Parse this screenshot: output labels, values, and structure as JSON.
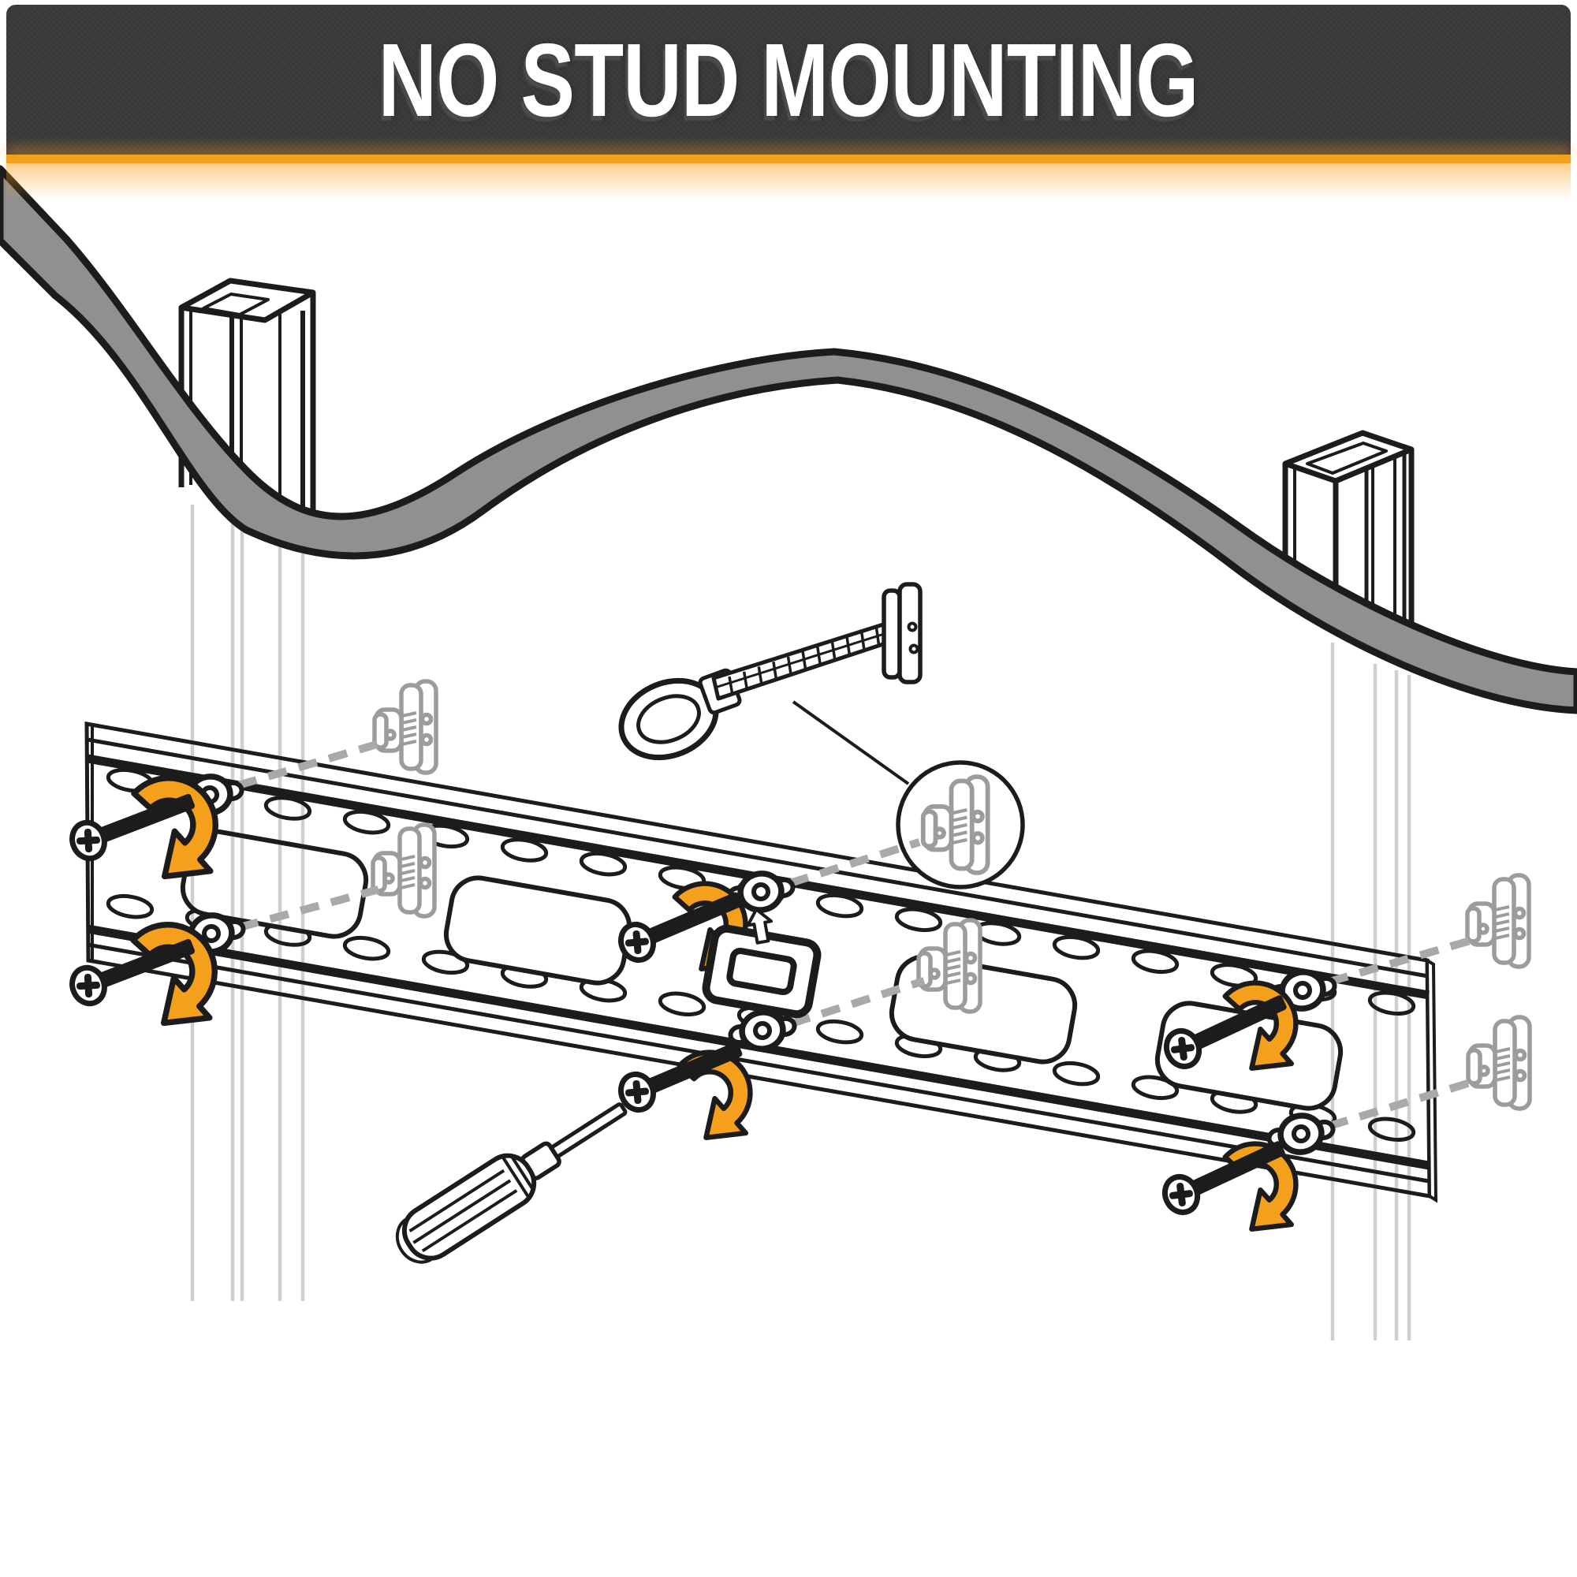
{
  "header": {
    "title": "NO STUD MOUNTING"
  },
  "colors": {
    "header_bg": "#3a3a3c",
    "title_text": "#ffffff",
    "accent_orange": "#f5a01d",
    "outline_black": "#1c1c1c",
    "drywall_gray": "#909090",
    "hidden_line_gray": "#cfcfcf",
    "anchor_gray": "#9c9c9c",
    "dashed_leader_gray": "#a9a9a9",
    "background": "#ffffff"
  },
  "diagram": {
    "icons": [
      "drywall-cutaway-icon",
      "metal-stud-icon",
      "wall-plate-icon",
      "toggle-anchor-icon",
      "strap-toggle-anchor-icon",
      "magnifier-detail-circle-icon",
      "mounting-screw-icon",
      "clockwise-rotation-arrow-icon",
      "screwdriver-icon",
      "bubble-level-icon",
      "insert-up-arrow-icon",
      "dashed-leader-line-icon"
    ],
    "counts": {
      "mounting_screws": 6,
      "rotation_arrows": 6,
      "toggle_anchors_gray": 5,
      "toggle_anchor_in_magnifier": 1,
      "strap_toggle_anchor": 1,
      "dashed_leader_lines": 6,
      "metal_studs": 2
    }
  }
}
